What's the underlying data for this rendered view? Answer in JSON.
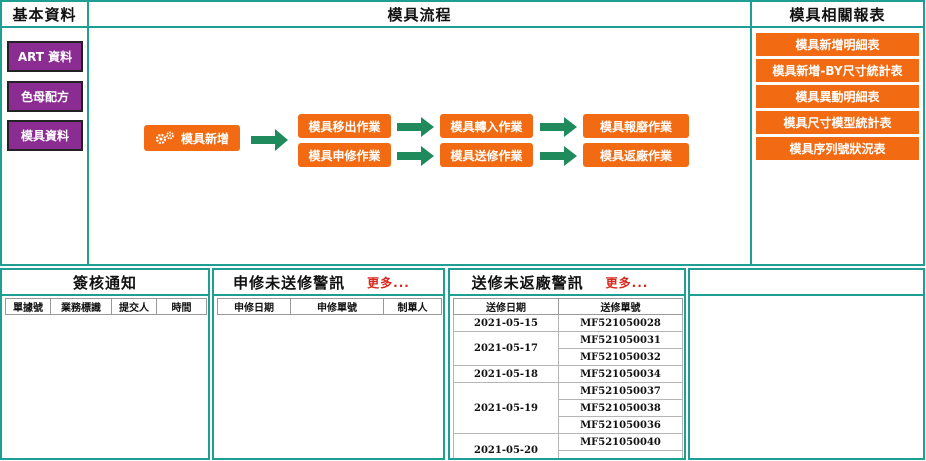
{
  "basic": {
    "title": "基本資料",
    "items": [
      "ART 資料",
      "色母配方",
      "模具資料"
    ]
  },
  "flow": {
    "title": "模具流程",
    "start": "模具新增",
    "col2": [
      "模具移出作業",
      "模具申修作業"
    ],
    "col3": [
      "模具轉入作業",
      "模具送修作業"
    ],
    "col4": [
      "模具報廢作業",
      "模具返廠作業"
    ]
  },
  "reports": {
    "title": "模具相關報表",
    "items": [
      "模具新增明細表",
      "模具新增-BY尺寸統計表",
      "模具異動明細表",
      "模具尺寸模型統計表",
      "模具序列號狀況表"
    ]
  },
  "signoff": {
    "title": "簽核通知",
    "headers": [
      "單據號",
      "業務標識",
      "提交人",
      "時間"
    ]
  },
  "repair_alert": {
    "title": "申修未送修警訊",
    "more": "更多...",
    "headers": [
      "申修日期",
      "申修單號",
      "制單人"
    ]
  },
  "return_alert": {
    "title": "送修未返廠警訊",
    "more": "更多...",
    "headers": [
      "送修日期",
      "送修單號"
    ],
    "groups": [
      {
        "date": "2021-05-15",
        "orders": [
          "MF521050028"
        ]
      },
      {
        "date": "2021-05-17",
        "orders": [
          "MF521050031",
          "MF521050032"
        ]
      },
      {
        "date": "2021-05-18",
        "orders": [
          "MF521050034"
        ]
      },
      {
        "date": "2021-05-19",
        "orders": [
          "MF521050037",
          "MF521050038",
          "MF521050036"
        ]
      },
      {
        "date": "2021-05-20",
        "orders": [
          "MF521050040",
          ""
        ]
      }
    ]
  },
  "colors": {
    "teal": "#1f9e93",
    "orange": "#f26a12",
    "purple": "#8a2c92",
    "green": "#1f8a5c",
    "alert": "#d8281d"
  }
}
